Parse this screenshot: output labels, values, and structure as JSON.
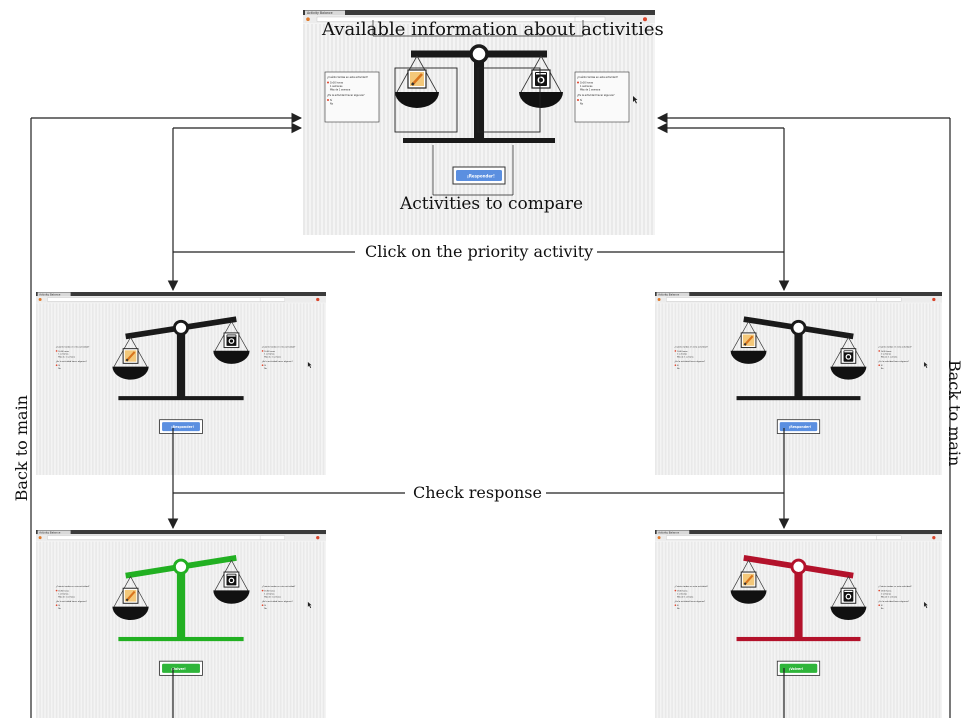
{
  "labels": {
    "top_title": "Available information about activities",
    "bottom_title": "Activities to compare",
    "click_priority": "Click on the priority activity",
    "check_response": "Check response",
    "back_to_main_left": "Back to main",
    "back_to_main_right": "Back to main"
  },
  "screens": {
    "top": {
      "tab_title": "Activity Balance",
      "button": "¡Responder!",
      "state": "balanced",
      "beam_color": "#1a1a1a",
      "button_color": "#5b8fe0",
      "left_panel": {
        "question": "¿Cuánto tardas en esta actividad?",
        "opt1": "1h30 horas",
        "opt2": "1 semanas",
        "opt3": "Más de 1 semana",
        "question2": "¿Es la actividad hacer algunos?",
        "yes": "Sí",
        "no": "No"
      },
      "right_panel": {
        "question": "¿Cuánto tardas en esta actividad?",
        "opt1": "1h30 horas",
        "opt2": "1 semanas",
        "opt3": "Más de 1 semana",
        "question2": "¿Es la actividad hacer algunos?",
        "yes": "Sí",
        "no": "No"
      }
    },
    "mid_left": {
      "tab_title": "Activity Balance",
      "button": "¡Responder!",
      "state": "tilt-left",
      "beam_color": "#1a1a1a",
      "button_color": "#5b8fe0"
    },
    "mid_right": {
      "tab_title": "Activity Balance",
      "button": "¡Responder!",
      "state": "tilt-right",
      "beam_color": "#1a1a1a",
      "button_color": "#5b8fe0"
    },
    "bot_left": {
      "tab_title": "Activity Balance",
      "button": "¡Volver!",
      "state": "tilt-left",
      "beam_color": "#22b022",
      "button_color": "#2fb53a"
    },
    "bot_right": {
      "tab_title": "Activity Balance",
      "button": "¡Volver!",
      "state": "tilt-right",
      "beam_color": "#b3122b",
      "button_color": "#2fb53a"
    }
  },
  "colors": {
    "arrow": "#222222",
    "stripe": "#e9e9e9",
    "browser_bar": "#3b3b3b"
  }
}
